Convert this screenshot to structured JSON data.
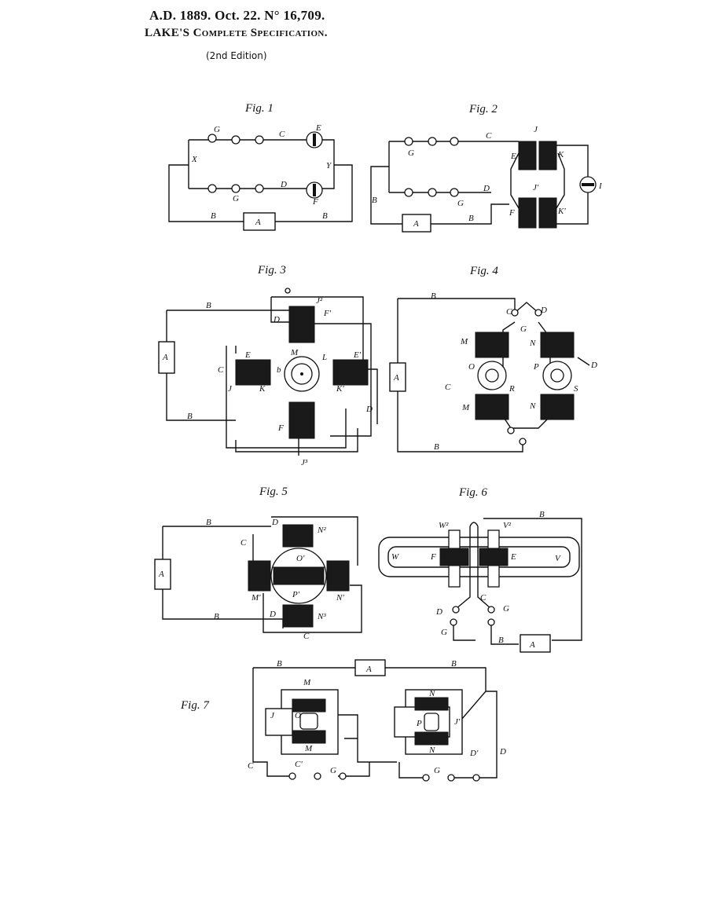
{
  "header": {
    "line1": "A.D. 1889. Oct. 22. N° 16,709.",
    "line2_name": "LAKE'S",
    "line2_rest": "Complete Specification.",
    "line3": "(2nd Edition)"
  },
  "figures": {
    "fig1": {
      "caption": "Fig. 1",
      "labels": {
        "G_top": "G",
        "C": "C",
        "E": "E",
        "X": "X",
        "Y": "Y",
        "G_bot": "G",
        "D": "D",
        "F": "F",
        "A": "A",
        "B_left": "B",
        "B_right": "B"
      }
    },
    "fig2": {
      "caption": "Fig. 2",
      "labels": {
        "J": "J",
        "C": "C",
        "G_top": "G",
        "E": "E",
        "K": "K",
        "I": "I",
        "J1": "J'",
        "D": "D",
        "G_bot": "G",
        "B_left": "B",
        "B_bot": "B",
        "A": "A",
        "F": "F",
        "K1": "K'"
      }
    },
    "fig3": {
      "caption": "Fig. 3",
      "labels": {
        "B_top": "B",
        "J2": "J²",
        "D_top": "D",
        "F1": "F'",
        "A": "A",
        "C": "C",
        "E": "E",
        "E1": "E'",
        "J": "J",
        "K": "K",
        "K1": "K'",
        "b": "b",
        "L": "L",
        "M": "M",
        "B_bot": "B",
        "F": "F",
        "D": "D",
        "J3": "J³"
      }
    },
    "fig4": {
      "caption": "Fig. 4",
      "labels": {
        "B_top": "B",
        "C_top": "C",
        "D_top": "D",
        "G": "G",
        "M_top": "M",
        "N_top": "N",
        "O": "O",
        "P": "P",
        "D_right": "D",
        "C_left": "C",
        "R": "R",
        "S": "S",
        "A": "A",
        "M_bot": "M",
        "N_bot": "N",
        "B_bot": "B"
      }
    },
    "fig5": {
      "caption": "Fig. 5",
      "labels": {
        "B_top": "B",
        "D_top": "D",
        "N2": "N²",
        "C": "C",
        "O1": "O'",
        "A": "A",
        "P1": "P'",
        "M1": "M'",
        "N1": "N'",
        "D_bot": "D",
        "N3": "N³",
        "B_bot": "B",
        "C_bot": "C"
      }
    },
    "fig6": {
      "caption": "Fig. 6",
      "labels": {
        "W2": "W²",
        "V2": "V²",
        "B": "B",
        "W": "W",
        "F": "F",
        "E": "E",
        "V": "V",
        "C": "C",
        "D": "D",
        "G_left": "G",
        "G_right": "G",
        "B_bot": "B",
        "A": "A"
      }
    },
    "fig7": {
      "caption": "Fig. 7",
      "labels": {
        "B_left": "B",
        "A": "A",
        "B_right": "B",
        "M": "M",
        "N": "N",
        "J": "J",
        "O": "O",
        "P": "P",
        "J1": "J'",
        "M1": "M",
        "N_bot": "N",
        "D1": "D'",
        "D": "D",
        "C1": "C",
        "C_bot": "C'",
        "G_left": "G",
        "G_right": "G"
      }
    }
  }
}
